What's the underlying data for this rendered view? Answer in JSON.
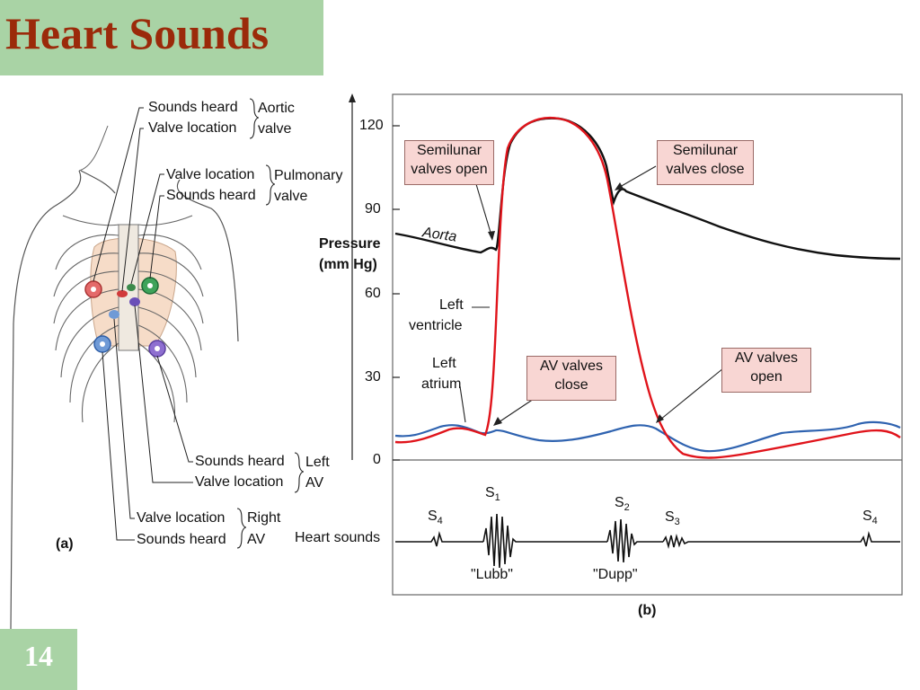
{
  "slide": {
    "title": "Heart Sounds",
    "page_number": "14",
    "accent_color": "#a9d3a5",
    "title_color": "#9b2a0a"
  },
  "panel_a": {
    "caption": "(a)",
    "labels": {
      "aortic_sounds": "Sounds heard",
      "aortic_valve_loc": "Valve location",
      "aortic_name_1": "Aortic",
      "aortic_name_2": "valve",
      "pulm_valve_loc": "Valve location",
      "pulm_sounds": "Sounds heard",
      "pulm_name_1": "Pulmonary",
      "pulm_name_2": "valve",
      "left_sounds": "Sounds heard",
      "left_valve_loc": "Valve location",
      "left_name_1": "Left",
      "left_name_2": "AV",
      "right_valve_loc": "Valve location",
      "right_sounds": "Sounds heard",
      "right_name_1": "Right",
      "right_name_2": "AV"
    }
  },
  "panel_b": {
    "caption": "(b)",
    "y_axis_label_1": "Pressure",
    "y_axis_label_2": "(mm Hg)",
    "y_ticks": [
      "120",
      "90",
      "60",
      "30",
      "0"
    ],
    "curve_labels": {
      "aorta": "Aorta",
      "left_ventricle_1": "Left",
      "left_ventricle_2": "ventricle",
      "left_atrium_1": "Left",
      "left_atrium_2": "atrium"
    },
    "callouts": {
      "semilunar_open_1": "Semilunar",
      "semilunar_open_2": "valves open",
      "semilunar_close_1": "Semilunar",
      "semilunar_close_2": "valves close",
      "av_close_1": "AV valves",
      "av_close_2": "close",
      "av_open_1": "AV valves",
      "av_open_2": "open"
    },
    "heart_sounds": {
      "row_label": "Heart sounds",
      "s4": "S",
      "s4_sub": "4",
      "s1": "S",
      "s1_sub": "1",
      "s2": "S",
      "s2_sub": "2",
      "s3": "S",
      "s3_sub": "3",
      "lubb": "\"Lubb\"",
      "dupp": "\"Dupp\""
    },
    "colors": {
      "aorta": "#111111",
      "left_ventricle": "#e0141b",
      "left_atrium": "#2f63b0",
      "callout_fill": "#f8d6d3"
    }
  }
}
